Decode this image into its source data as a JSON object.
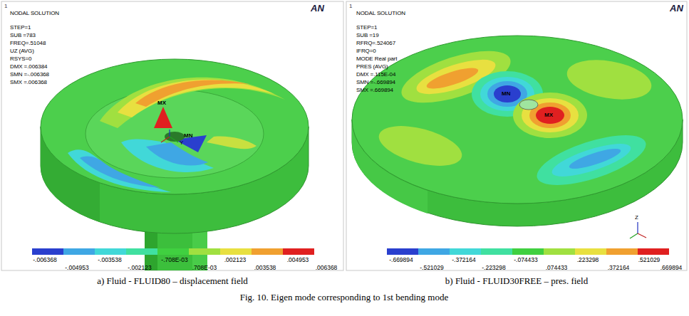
{
  "diagram": {
    "caption": "Fig. 10. Eigen mode corresponding to 1st bending mode",
    "labels": [
      "1",
      "NODAL SOLUTION",
      "STEP=1",
      "SUB =783",
      "FREQ=.51048",
      "UZ (AVG)",
      "RSYS=0",
      "DMX =.006384",
      "SMN =-.006368",
      "SMX =.006368",
      "AN",
      "MX",
      "MN",
      "Y",
      "-.006368",
      "-.004953",
      "-.003538",
      "-.002123",
      "-.708E-03",
      ".708E-03",
      ".002123",
      ".003538",
      ".004953",
      ".006368",
      "1",
      "NODAL SOLUTION",
      "STEP=1",
      "SUB =19",
      "RFRQ=.524067",
      "IFRQ=0",
      "MODE Real part",
      "PRES (AVG)",
      "DMX =.115E-04",
      "SMN =-.669894",
      "SMX =.669894",
      "AN",
      "MN",
      "MX",
      "Z",
      "-.669894",
      "-.521029",
      "-.372164",
      "-.223298",
      "-.074433",
      ".074433",
      ".223298",
      ".372164",
      ".521029",
      ".669894",
      "a) Fluid - FLUID80 – displacement field",
      "b) Fluid - FLUID30FREE – pres. field"
    ]
  }
}
